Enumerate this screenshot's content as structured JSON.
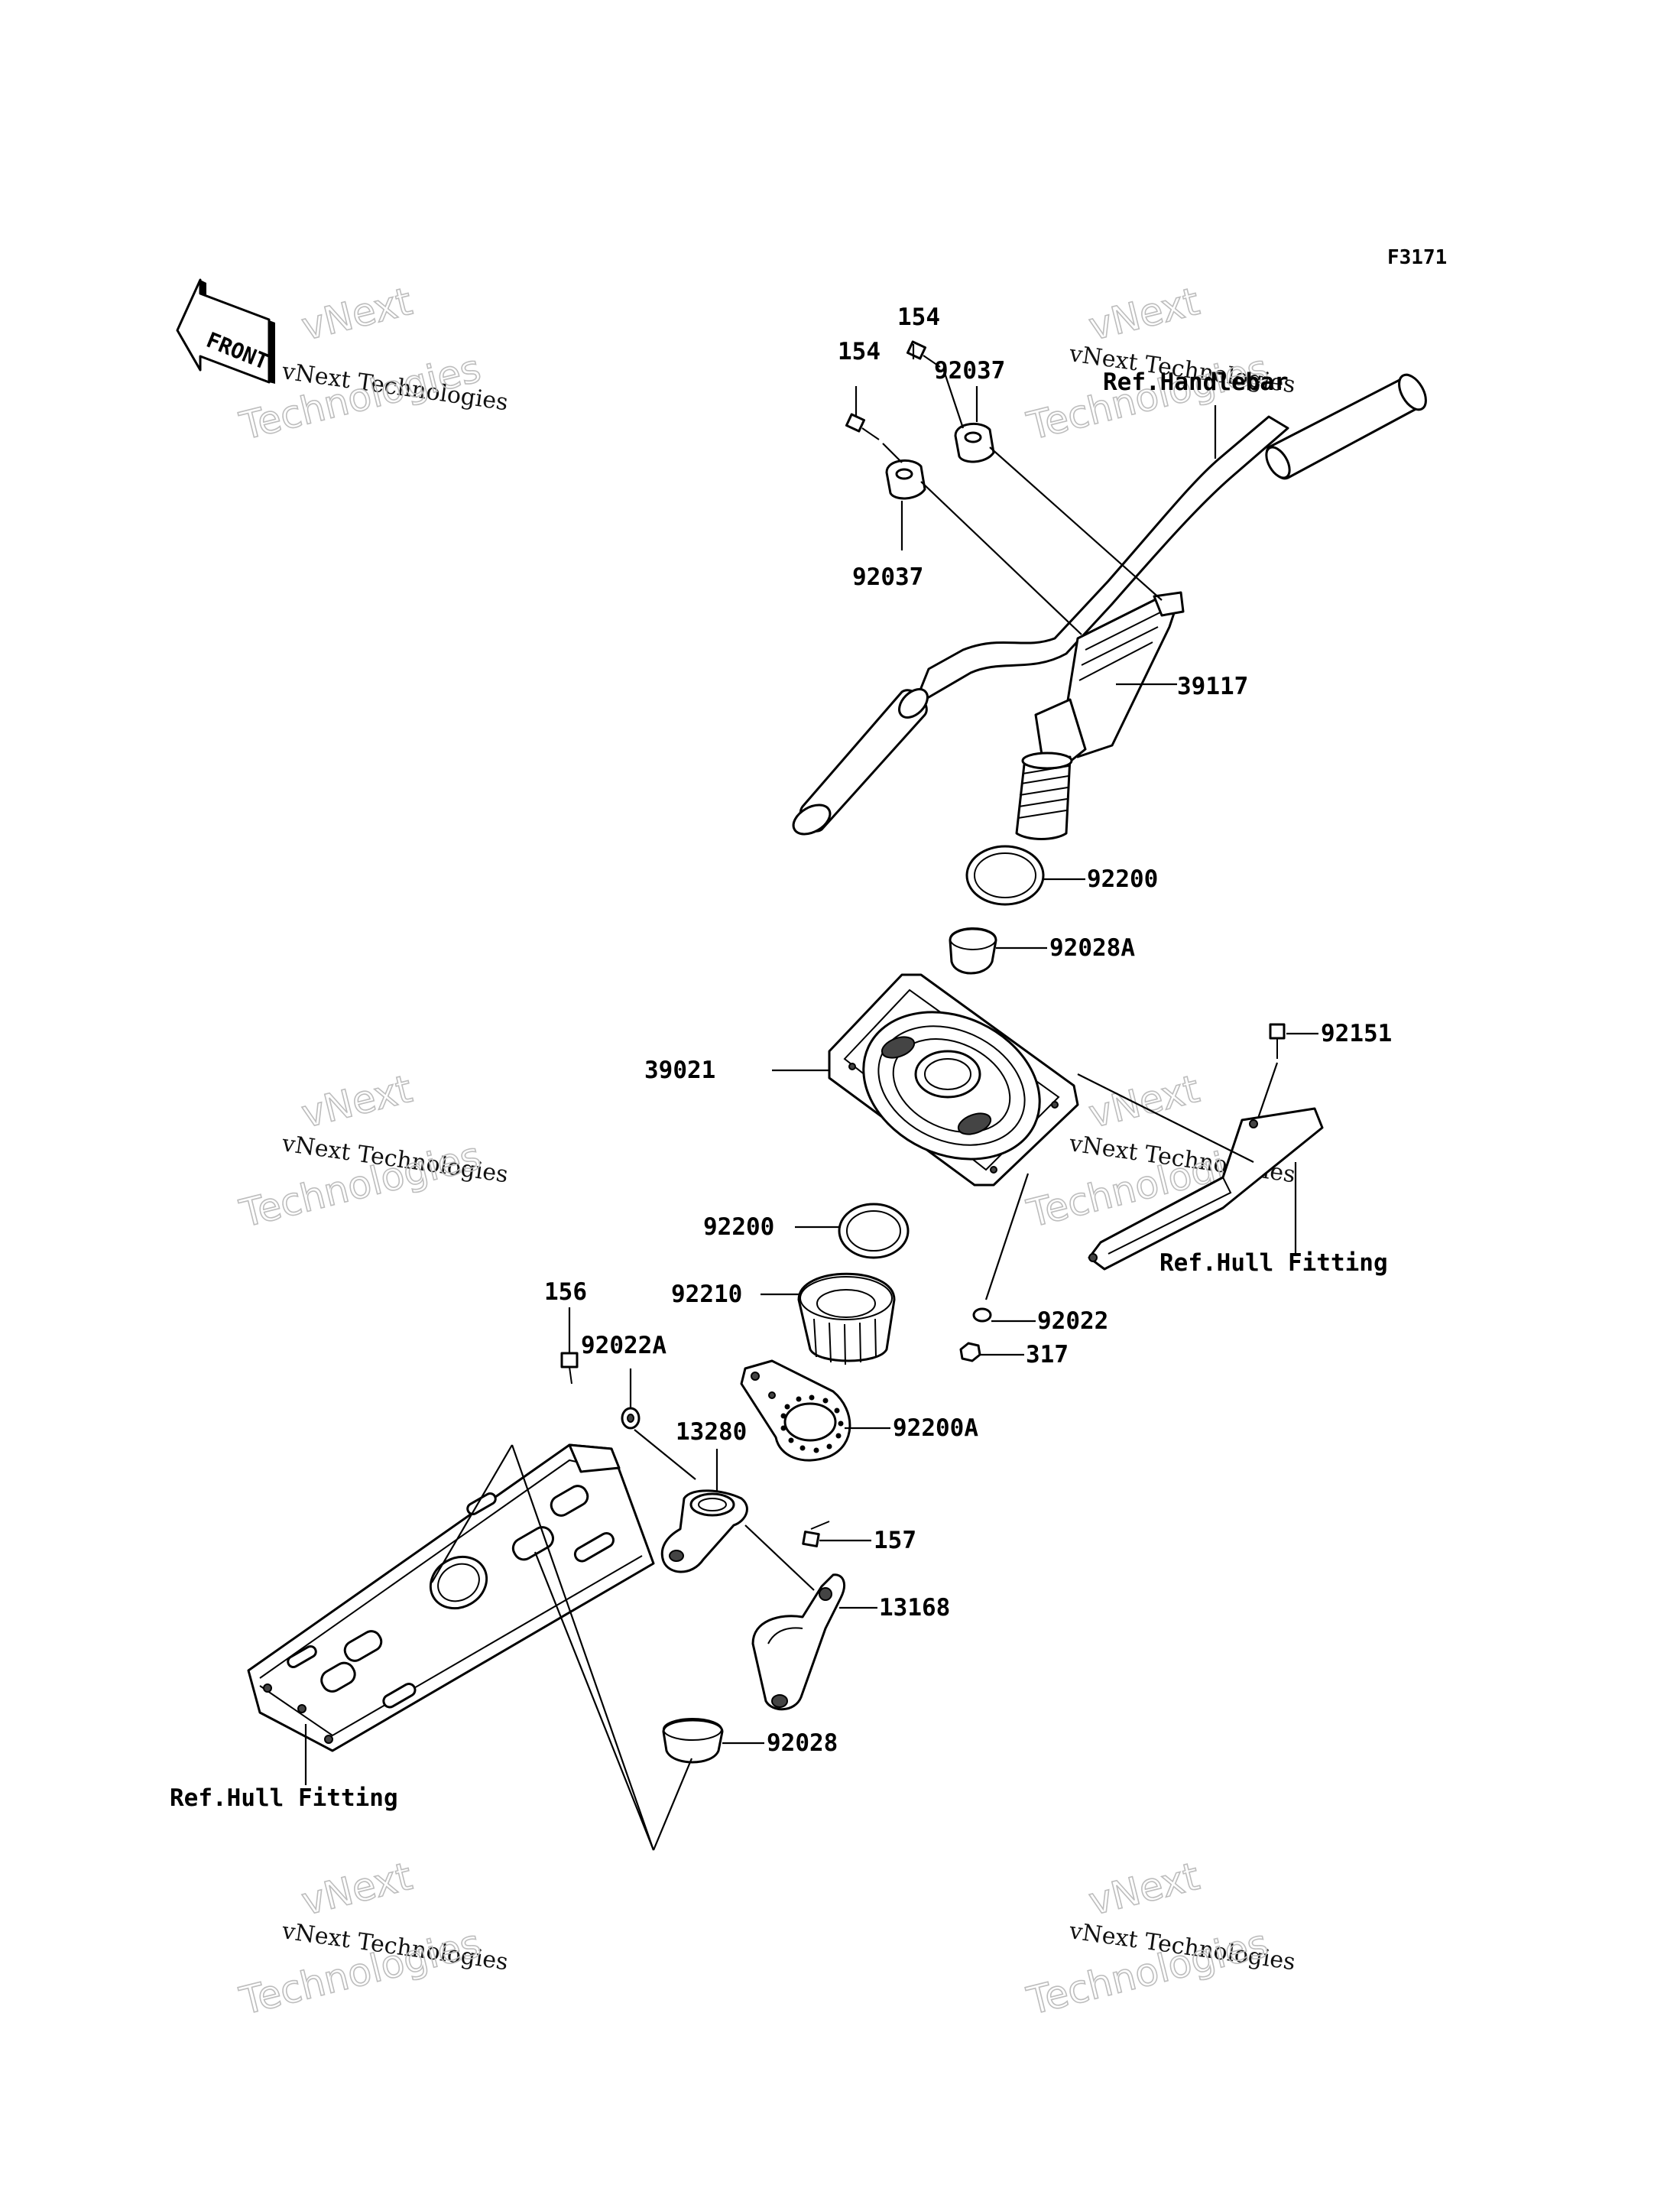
{
  "diagram": {
    "figure_code": "F3171",
    "front_label": "FRONT",
    "watermark_line1": "vNext",
    "watermark_line2": "vNext Technologies",
    "watermark_line3": "Technologies",
    "callouts": {
      "p154_a": "154",
      "p154_b": "154",
      "p92037_a": "92037",
      "p92037_b": "92037",
      "ref_handlebar": "Ref.Handlebar",
      "p39117": "39117",
      "p92200_a": "92200",
      "p92028a": "92028A",
      "p92151": "92151",
      "p39021": "39021",
      "p92200_b": "92200",
      "ref_hull_fitting_a": "Ref.Hull Fitting",
      "p92210": "92210",
      "p156": "156",
      "p92022a": "92022A",
      "p92022": "92022",
      "p317": "317",
      "p13280": "13280",
      "p92200a": "92200A",
      "p157": "157",
      "p13168": "13168",
      "p92028": "92028",
      "ref_hull_fitting_b": "Ref.Hull Fitting"
    }
  }
}
